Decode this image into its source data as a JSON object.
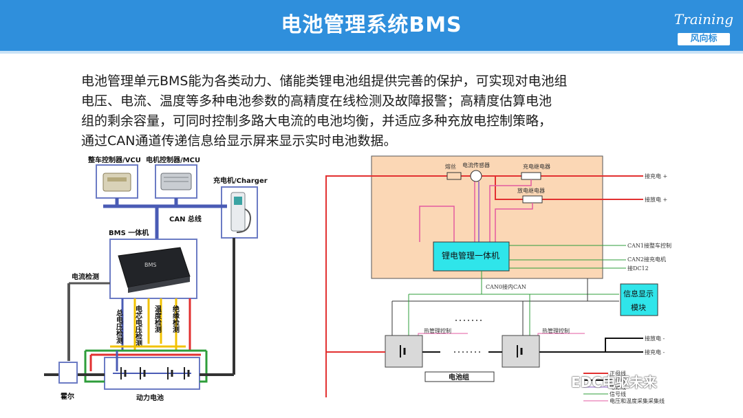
{
  "header": {
    "title": "电池管理系统BMS",
    "logo_script": "Training",
    "logo_badge": "风向标"
  },
  "intro": {
    "lines": [
      "电池管理单元BMS能为各类动力、储能类锂电池组提供完善的保护，可实现对电池组",
      "电压、电流、温度等多种电池参数的高精度在线检测及故障报警；高精度估算电池",
      "组的剩余容量，可同时控制多路大电流的电池均衡，并适应多种充放电控制策略，",
      "通过CAN通道传递信息给显示屏来显示实时电池数据。"
    ]
  },
  "left_diagram": {
    "vcu": "整车控制器/VCU",
    "mcu": "电机控制器/MCU",
    "charger": "充电机/Charger",
    "can_bus": "CAN 总线",
    "bms": "BMS 一体机",
    "bms_device_text": "BMS",
    "current_detect": "电流检测",
    "total_voltage": "总电压检测",
    "cell_voltage": "电芯电压检测",
    "temperature": "温度检测",
    "insulation": "绝缘检测",
    "hall": "霍尔",
    "battery": "动力电池"
  },
  "right_diagram": {
    "fuse": "熔丝",
    "current_sensor": "电流传感器",
    "charge_relay": "充电继电器",
    "discharge_relay": "放电继电器",
    "bms_unit": "锂电管理一体机",
    "can1": "CAN1接整车控制",
    "can2": "CAN2接充电机",
    "dc12": "接DC12",
    "can0": "CAN0接内CAN",
    "info_display_line1": "信息显示",
    "info_display_line2": "模块",
    "to_charger_top": "接充电 +",
    "to_discharge_top": "接放电 +",
    "to_discharge_bottom": "接放电 -",
    "to_charger_bottom": "接充电 -",
    "thermal_ctrl_1": "热管理控制",
    "thermal_ctrl_2": "热管理控制",
    "battery_pack": "电池组",
    "legend_1": "正母线",
    "legend_2": "负母线",
    "legend_3": "电源线",
    "legend_4": "信号线",
    "legend_5": "电压和温度采集采集线"
  },
  "watermark": "EDC电驱未来",
  "colors": {
    "header": "#2f8fdc",
    "bus": "#4a5bb5",
    "panel": "#fbd7b5",
    "bms_unit": "#2fe5ea",
    "wire_red": "#e23030",
    "wire_green": "#2e9d3a",
    "wire_yellow": "#f2c200",
    "wire_pink": "#e35aa0"
  }
}
